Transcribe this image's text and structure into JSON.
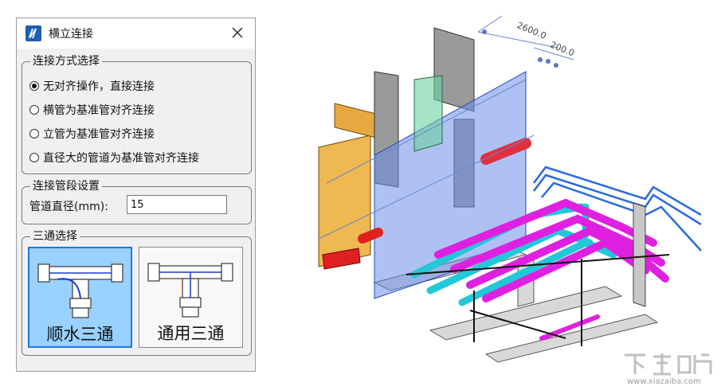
{
  "dialog": {
    "title": "横立连接",
    "close_icon": "close-icon"
  },
  "connection_mode": {
    "legend": "连接方式选择",
    "options": [
      {
        "label": "无对齐操作，直接连接",
        "selected": true
      },
      {
        "label": "横管为基准管对齐连接",
        "selected": false
      },
      {
        "label": "立管为基准管对齐连接",
        "selected": false
      },
      {
        "label": "直径大的管道为基准管对齐连接",
        "selected": false
      }
    ]
  },
  "pipe_segment": {
    "legend": "连接管段设置",
    "diameter_label": "管道直径(mm):",
    "diameter_value": "15"
  },
  "tee": {
    "legend": "三通选择",
    "options": [
      {
        "label": "顺水三通",
        "selected": true
      },
      {
        "label": "通用三通",
        "selected": false
      }
    ]
  },
  "scene": {
    "dimension_1": "2600.0",
    "dimension_2": "200.0"
  },
  "watermark": {
    "logo": "下载吧",
    "url": "www.xiazaiba.com"
  },
  "colors": {
    "selection_fill": "#99d1ff",
    "selection_border": "#1a7cd9",
    "pipe_magenta": "#e020e0",
    "pipe_cyan": "#20c8d8",
    "pipe_blue": "#2a6ae0"
  }
}
